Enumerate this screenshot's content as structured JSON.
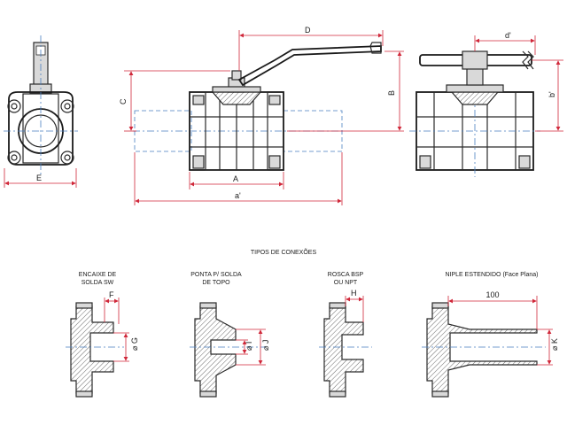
{
  "section_title": "TIPOS DE CONEXÕES",
  "dimensions": {
    "D": "D",
    "d_prime": "d'",
    "B": "B",
    "b_prime": "b'",
    "C": "C",
    "E": "E",
    "A": "A",
    "a_prime": "a'",
    "F": "F",
    "G": "⌀ G",
    "I": "⌀ I",
    "J": "⌀ J",
    "H": "H",
    "K": "⌀ K",
    "nipple_length": "100"
  },
  "connections": [
    {
      "line1": "ENCAIXE DE",
      "line2": "SOLDA SW"
    },
    {
      "line1": "PONTA P/ SOLDA",
      "line2": "DE TOPO"
    },
    {
      "line1": "ROSCA BSP",
      "line2": "OU NPT"
    },
    {
      "line1": "NIPLE ESTENDIDO (Face Plana)",
      "line2": ""
    }
  ],
  "colors": {
    "dimension": "#d0283a",
    "centerline": "#4a7fc0",
    "outline": "#2a2a2a"
  }
}
